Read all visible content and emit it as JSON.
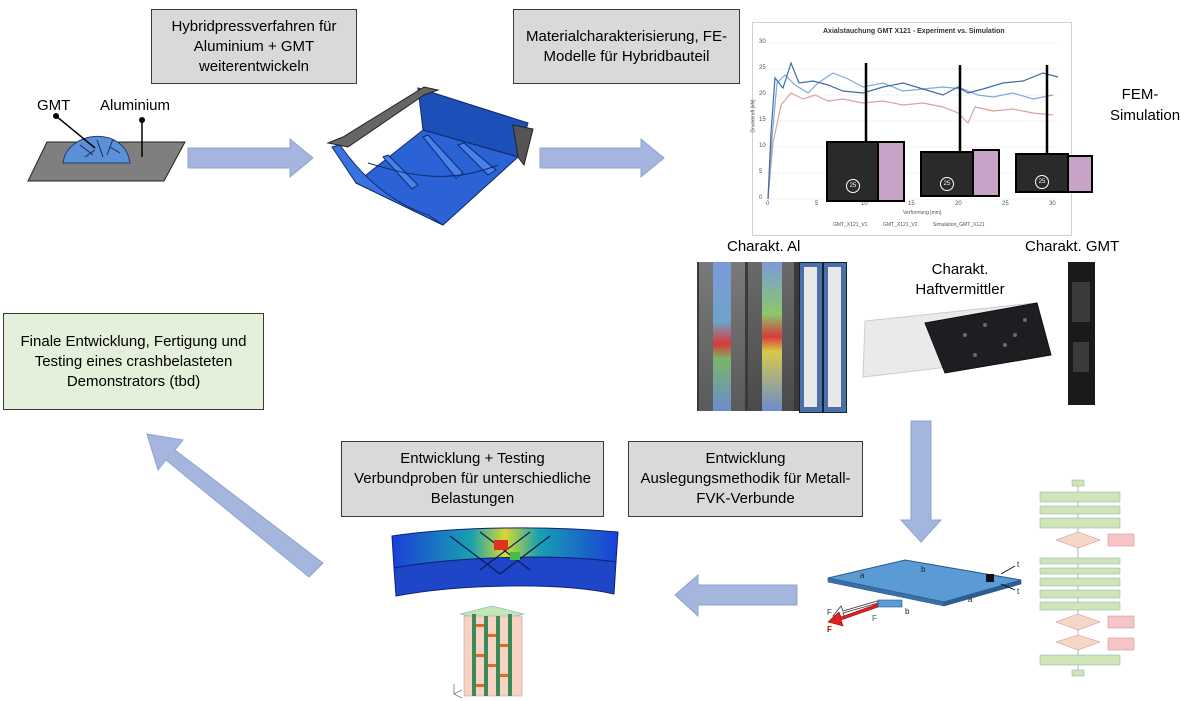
{
  "boxes": {
    "box1": "Hybridpressverfahren für Aluminium + GMT weiterentwickeln",
    "box2": "Materialcharakterisierung, FE-Modelle für Hybridbauteil",
    "box3": "Finale Entwicklung, Fertigung und Testing eines crashbelasteten Demonstrators (tbd)",
    "box4": "Entwicklung + Testing Verbundproben für unterschiedliche Belastungen",
    "box5": "Entwicklung Auslegungsmethodik für Metall-FVK-Verbunde"
  },
  "labels": {
    "gmt": "GMT",
    "aluminium": "Aluminium",
    "fem_simulation": "FEM-Simulation",
    "charakt_al": "Charakt. Al",
    "charakt_gmt": "Charakt. GMT",
    "charakt_haftvermittler": "Charakt. Haftvermittler"
  },
  "chart": {
    "title": "Axialstauchung GMT X121 - Experiment vs. Simulation",
    "ylabel": "Druckkraft [kN]",
    "xlabel": "Verformung [mm]",
    "x_ticks": [
      "0",
      "5",
      "10",
      "15",
      "20",
      "25",
      "30"
    ],
    "y_ticks": [
      "0",
      "5",
      "10",
      "15",
      "20",
      "25",
      "30"
    ],
    "legend": [
      "GMT_X121_V1",
      "GMT_X121_V2",
      "Simulation_GMT_X121"
    ],
    "photo_labels": [
      "25",
      "25",
      "25"
    ],
    "colors": {
      "v1": "#3f6aa6",
      "v2": "#7fa8d8",
      "sim": "#d9a3a0"
    }
  },
  "plate": {
    "labels": [
      "a",
      "b",
      "b",
      "a",
      "t",
      "t",
      "F",
      "F",
      "F"
    ]
  },
  "colors": {
    "arrow": "#a4b6dd",
    "arrow_border": "#8ea3cf",
    "part_blue": "#2b63d6",
    "grey_box": "#d9d9d9",
    "green_box": "#e4f0da"
  }
}
